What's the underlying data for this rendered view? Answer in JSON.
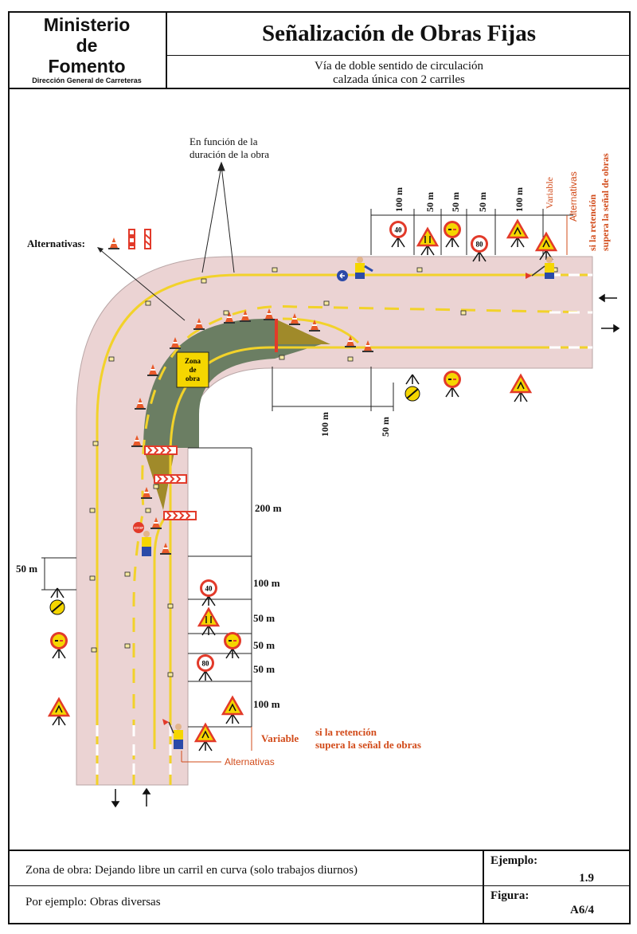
{
  "header": {
    "ministry_line1": "Ministerio",
    "ministry_line2": "de",
    "ministry_line3": "Fomento",
    "directorate": "Dirección General de Carreteras",
    "title": "Señalización de Obras Fijas",
    "subtitle_line1": "Vía de doble sentido de circulación",
    "subtitle_line2": "calzada única con 2 carriles"
  },
  "diagram": {
    "duration_note_line1": "En función de la",
    "duration_note_line2": "duración de la obra",
    "alternatives_label": "Alternativas:",
    "work_zone_line1": "Zona",
    "work_zone_line2": "de",
    "work_zone_line3": "obra",
    "top_distances": [
      "100 m",
      "50 m",
      "50 m",
      "50 m",
      "100 m"
    ],
    "top_variable": "Variable",
    "top_alternatives": "Alternativas",
    "top_retention_line1": "si la retención",
    "top_retention_line2": "supera la señal de obras",
    "bottom_distances": [
      "100 m",
      "50 m"
    ],
    "taper_distance": "200 m",
    "left_distance": "50 m",
    "right_distances": [
      "100 m",
      "50 m",
      "50 m",
      "50 m",
      "100 m"
    ],
    "bottom_variable": "Variable",
    "bottom_retention_line1": "si la retención",
    "bottom_retention_line2": "supera la señal de obras",
    "bottom_alternatives": "Alternativas",
    "speed_40": "40",
    "speed_80": "80",
    "stop": "STOP",
    "colors": {
      "road": "#ebd3d3",
      "line": "#f2d22a",
      "work_zone": "#6b7e63",
      "taper": "#a08a2a",
      "annotation_red": "#d24b1a",
      "sign_red": "#e23a2a",
      "sign_yellow": "#f5d600"
    }
  },
  "footer": {
    "description": "Zona de obra: Dejando libre un carril en curva (solo trabajos diurnos)",
    "example_text": "Por ejemplo: Obras diversas",
    "example_label": "Ejemplo:",
    "example_value": "1.9",
    "figure_label": "Figura:",
    "figure_value": "A6/4"
  }
}
